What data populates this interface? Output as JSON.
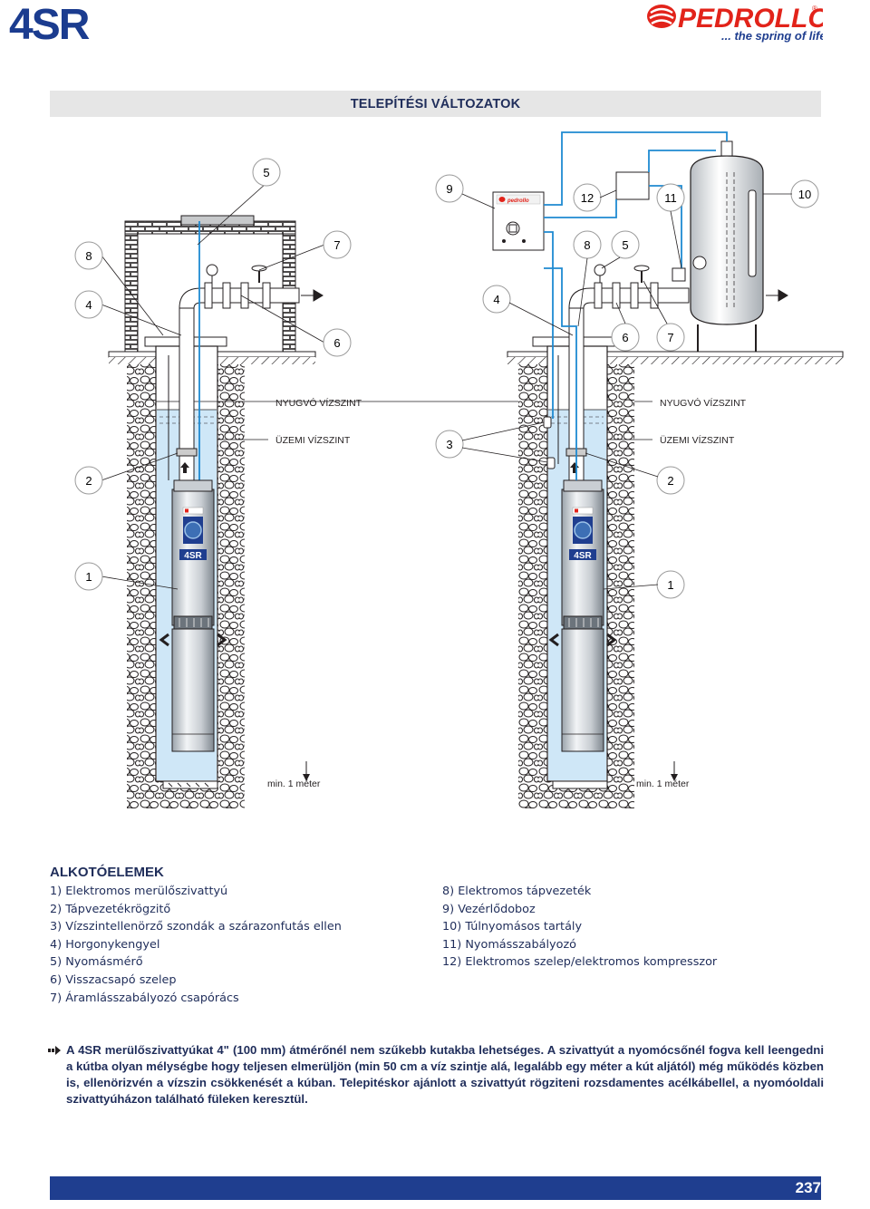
{
  "header": {
    "title": "4SR",
    "brand": "PEDROLLO",
    "tagline": "... the spring of life",
    "brand_color": "#e2231a",
    "title_color": "#1b3c8f"
  },
  "section_title": "TELEPÍTÉSI VÁLTOZATOK",
  "diagram": {
    "left_callouts": [
      "5",
      "8",
      "7",
      "4",
      "6",
      "2",
      "1"
    ],
    "right_callouts": [
      "9",
      "12",
      "11",
      "10",
      "8",
      "5",
      "4",
      "6",
      "7",
      "3",
      "2",
      "1"
    ],
    "level_static": "NYUGVÓ VÍZSZINT",
    "level_dynamic": "ÜZEMI VÍZSZINT",
    "min_depth": "min. 1 méter",
    "pump_label": "4SR",
    "pump_brand": "pedrollo",
    "water_color": "#cfe7f7",
    "cable_color": "#1f8ad1"
  },
  "components": {
    "title": "ALKOTÓELEMEK",
    "left": [
      "1) Elektromos merülőszivattyú",
      "2) Tápvezetékrögzitő",
      "3) Vízszintellenörző szondák a szárazonfutás ellen",
      "4) Horgonykengyel",
      "5) Nyomásmérő",
      "6) Visszacsapó szelep",
      "7) Áramlásszabályozó csapórács"
    ],
    "right": [
      "8) Elektromos tápvezeték",
      "9) Vezérlődoboz",
      "10) Túlnyomásos tartály",
      "11) Nyomásszabályozó",
      "12) Elektromos szelep/elektromos kompresszor"
    ]
  },
  "note": "A 4SR merülőszivattyúkat 4\" (100 mm) átmérőnél nem szűkebb kutakba lehetséges. A szivattyút a nyomócsőnél fogva kell leengedni a kútba olyan mélységbe hogy teljesen elmerüljön (min 50 cm a víz szintje alá, legalább egy méter a kút aljától) még működés közben is, ellenörizvén a vízszin csökkenését a kúban. Telepitéskor ajánlott a szivattyút rögziteni rozsdamentes acélkábellel, a nyomóoldali szivattyúházon található füleken keresztül.",
  "footer": {
    "page_number": "237",
    "bar_color": "#1f3e8f"
  }
}
